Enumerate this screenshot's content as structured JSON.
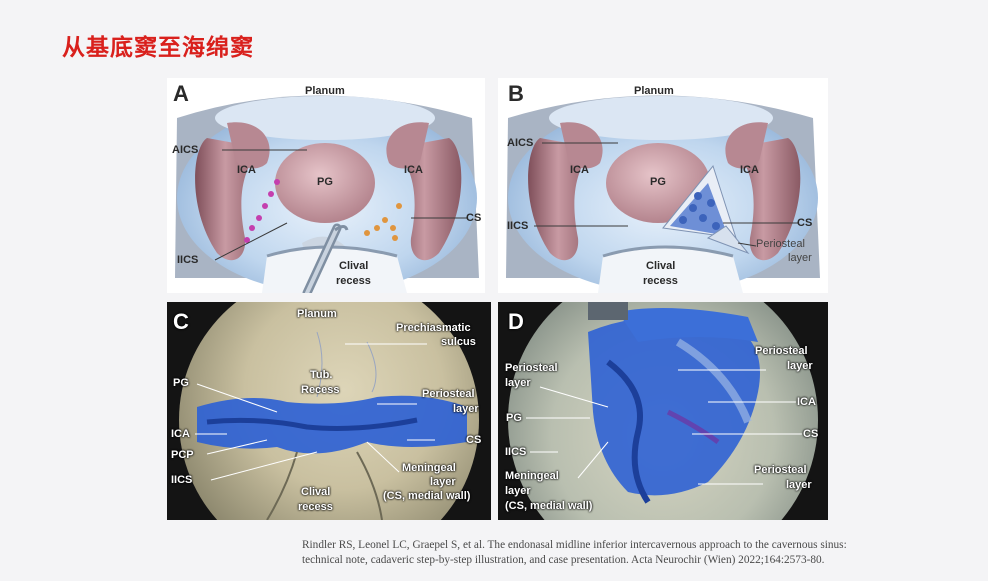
{
  "slide": {
    "title": "从基底窦至海绵窦"
  },
  "panels": {
    "a": {
      "letter": "A",
      "labels": {
        "planum": "Planum",
        "aics": "AICS",
        "ica_left": "ICA",
        "pg": "PG",
        "ica_right": "ICA",
        "cs": "CS",
        "iics": "IICS",
        "clival_recess": [
          "Clival",
          "recess"
        ]
      }
    },
    "b": {
      "letter": "B",
      "labels": {
        "planum": "Planum",
        "aics": "AICS",
        "ica_left": "ICA",
        "pg": "PG",
        "ica_right": "ICA",
        "cs": "CS",
        "iics": "IICS",
        "periosteal_layer": [
          "Periosteal",
          "layer"
        ],
        "clival_recess": [
          "Clival",
          "recess"
        ]
      }
    },
    "c": {
      "letter": "C",
      "labels": {
        "planum": "Planum",
        "prechiasmatic_sulcus": [
          "Prechiasmatic",
          "sulcus"
        ],
        "tub_recess": [
          "Tub.",
          "Recess"
        ],
        "pg": "PG",
        "periosteal_layer": [
          "Periosteal",
          "layer"
        ],
        "ica": "ICA",
        "cs": "CS",
        "pcp": "PCP",
        "meningeal_layer": [
          "Meningeal",
          "layer",
          "(CS, medial wall)"
        ],
        "iics": "IICS",
        "clival_recess": [
          "Clival",
          "recess"
        ]
      }
    },
    "d": {
      "letter": "D",
      "labels": {
        "periosteal_layer_left": [
          "Periosteal",
          "layer"
        ],
        "periosteal_layer_top_right": [
          "Periosteal",
          "layer"
        ],
        "pg": "PG",
        "ica": "ICA",
        "cs": "CS",
        "iics": "IICS",
        "meningeal_layer": [
          "Meningeal",
          "layer",
          "(CS, medial wall)"
        ],
        "periosteal_layer_bottom_right": [
          "Periosteal",
          "layer"
        ]
      }
    }
  },
  "citation": {
    "line1": "Rindler RS, Leonel LC, Graepel S, et al. The endonasal midline inferior intercavernous approach to the cavernous sinus:",
    "line2": "technical note, cadaveric step-by-step illustration, and case presentation. Acta Neurochir (Wien) 2022;164:2573-80."
  },
  "colors": {
    "title": "#d9201c",
    "ica": "#a8707c",
    "pg": "#c79aa2",
    "dura_blue": "#a7c8e8",
    "endoscope_blue": "#2e5fd0"
  }
}
